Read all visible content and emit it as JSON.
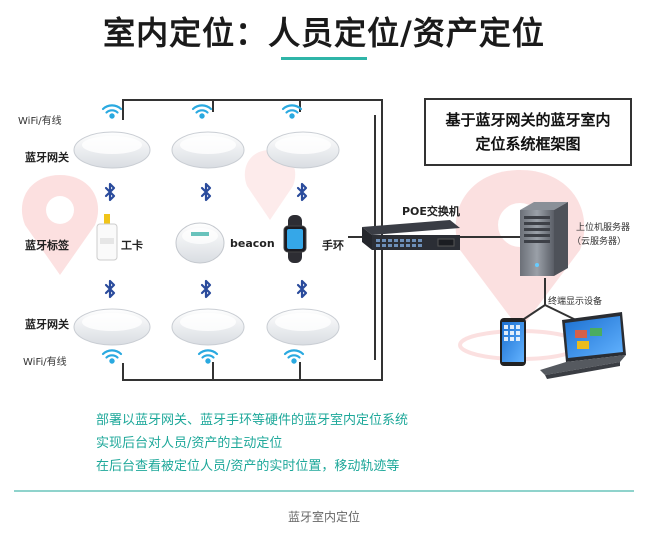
{
  "title": "室内定位：人员定位/资产定位",
  "labels": {
    "wifi_top": "WiFi/有线",
    "gateway_top": "蓝牙网关",
    "tag": "蓝牙标签",
    "gateway_bottom": "蓝牙网关",
    "wifi_bottom": "WiFi/有线"
  },
  "devices": {
    "badge": "工卡",
    "beacon": "beacon",
    "wristband": "手环",
    "poe": "POE交换机",
    "server_line1": "上位机服务器",
    "server_line2": "（云服务器）",
    "terminal": "终端显示设备"
  },
  "framework": {
    "line1": "基于蓝牙网关的蓝牙室内",
    "line2": "定位系统框架图"
  },
  "notes": [
    "部署以蓝牙网关、蓝牙手环等硬件的蓝牙室内定位系统",
    "实现后台对人员/资产的主动定位",
    "在后台查看被定位人员/资产的实时位置，移动轨迹等"
  ],
  "caption": "蓝牙室内定位",
  "colors": {
    "accent": "#2fb5a8",
    "note_text": "#1ea89a",
    "bluetooth": "#2a4b9c",
    "wifi": "#2aa9e0"
  },
  "icons": [
    "wifi-icon",
    "bluetooth-icon",
    "gateway-icon",
    "poe-switch-icon",
    "server-icon",
    "laptop-icon",
    "phone-icon",
    "beacon-icon",
    "wristband-icon",
    "badge-icon",
    "location-pin-icon"
  ]
}
